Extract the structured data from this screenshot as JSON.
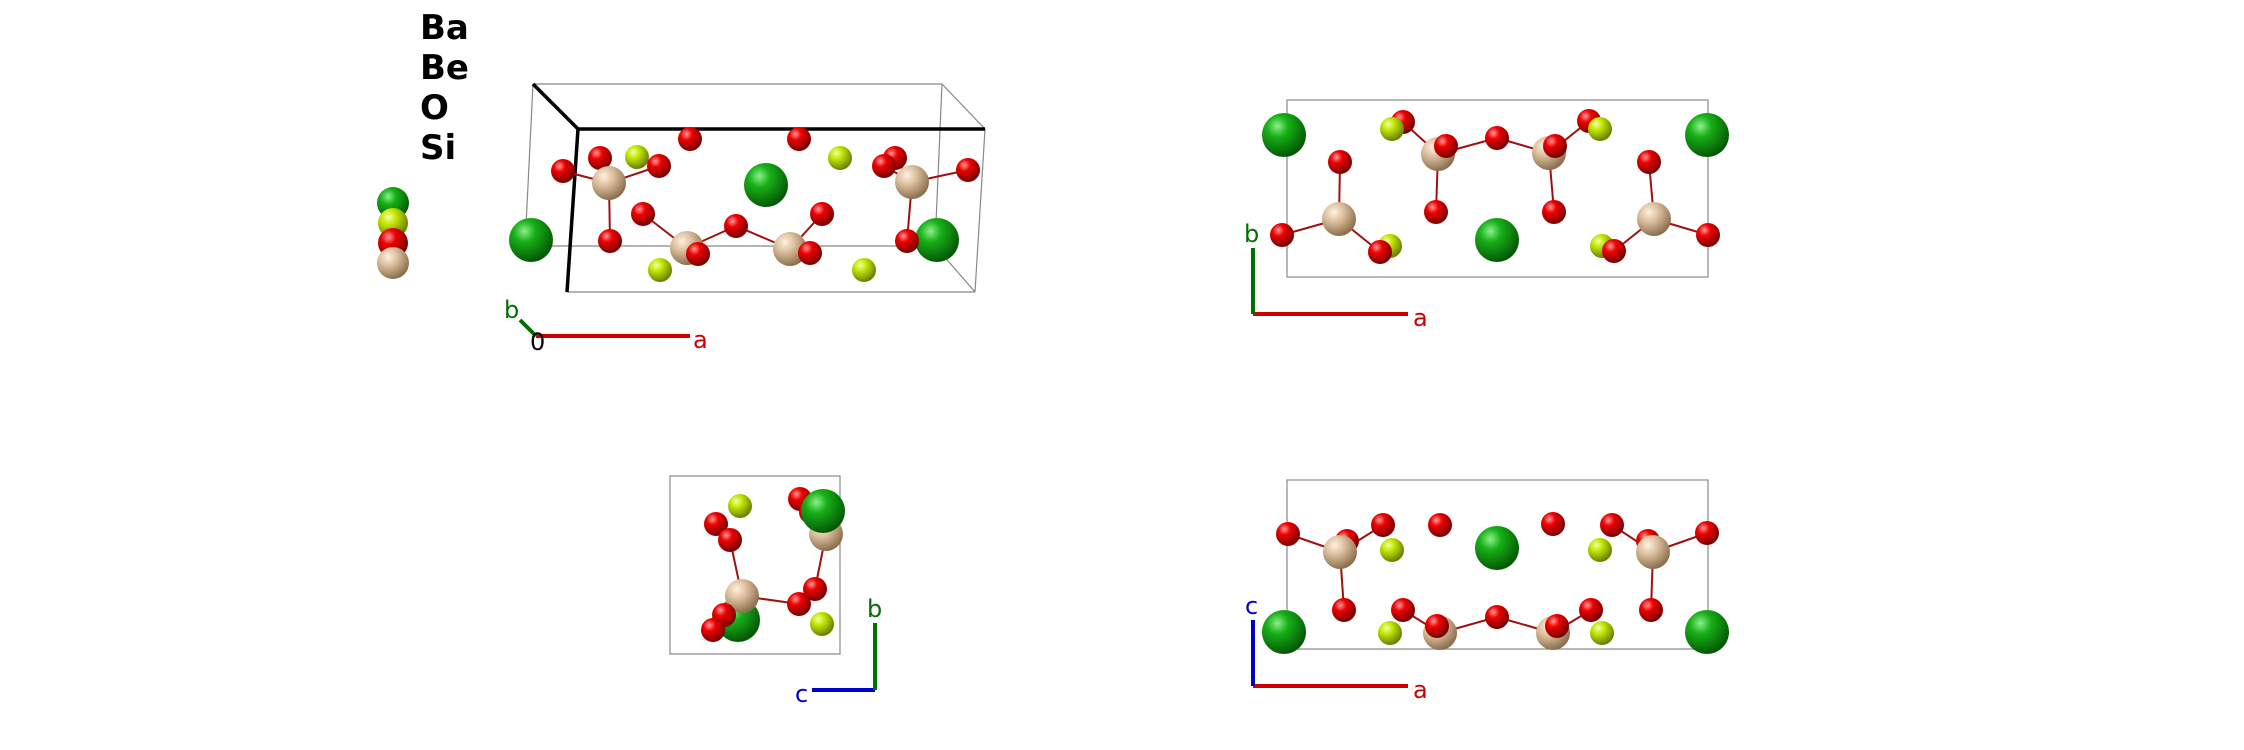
{
  "legend": {
    "items": [
      {
        "label": "Ba",
        "color": "#10a010"
      },
      {
        "label": "Be",
        "color": "#b8e000"
      },
      {
        "label": "O",
        "color": "#e00000"
      },
      {
        "label": "Si",
        "color": "#d8bc9c"
      }
    ]
  },
  "views": {
    "perspective": {
      "axis_a": "a",
      "axis_b": "b",
      "origin": "0"
    },
    "top_right": {
      "axis_h": "a",
      "axis_v": "b"
    },
    "bottom_left": {
      "axis_h": "c",
      "axis_v": "b"
    },
    "bottom_right": {
      "axis_h": "a",
      "axis_v": "c"
    }
  },
  "colors": {
    "ba": "#10a010",
    "be": "#b8e000",
    "o": "#e00000",
    "si": "#d8bc9c",
    "axis_a": "#cc0000",
    "axis_b": "#007000",
    "axis_c": "#0000cc"
  }
}
